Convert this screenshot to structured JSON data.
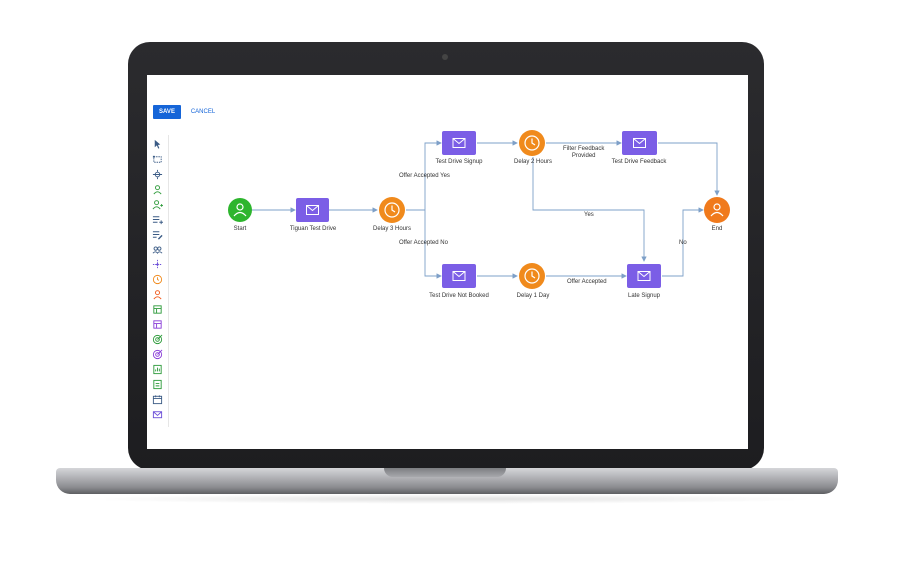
{
  "toolbar": {
    "save_label": "SAVE",
    "cancel_label": "CANCEL"
  },
  "toolbox": {
    "tools": [
      {
        "icon": "pointer-icon",
        "color": "#3b5b85"
      },
      {
        "icon": "select-region-icon",
        "color": "#3b5b85"
      },
      {
        "icon": "move-icon",
        "color": "#3b5b85"
      },
      {
        "icon": "contact-icon",
        "color": "#2e9b3b"
      },
      {
        "icon": "contact-add-icon",
        "color": "#2e9b3b"
      },
      {
        "icon": "list-add-icon",
        "color": "#3b5b85"
      },
      {
        "icon": "list-edit-icon",
        "color": "#3b5b85"
      },
      {
        "icon": "group-icon",
        "color": "#3b5b85"
      },
      {
        "icon": "split-icon",
        "color": "#6c4fd8"
      },
      {
        "icon": "timer-icon",
        "color": "#f08a1c"
      },
      {
        "icon": "end-user-icon",
        "color": "#f05a1c"
      },
      {
        "icon": "data-green-icon",
        "color": "#2e9b3b"
      },
      {
        "icon": "data-purple-icon",
        "color": "#8a3fd8"
      },
      {
        "icon": "target-green-icon",
        "color": "#2e9b3b"
      },
      {
        "icon": "target-purple-icon",
        "color": "#8a3fd8"
      },
      {
        "icon": "report-green-icon",
        "color": "#2e9b3b"
      },
      {
        "icon": "report-alt-icon",
        "color": "#2e9b3b"
      },
      {
        "icon": "calendar-icon",
        "color": "#3b5b85"
      },
      {
        "icon": "mail-icon",
        "color": "#6c4fd8"
      }
    ]
  },
  "flow": {
    "nodes": {
      "start": {
        "label": "Start",
        "type": "start",
        "color": "#2db52d"
      },
      "tiguan": {
        "label": "Tiguan Test Drive",
        "type": "email",
        "color": "#7b5ee6"
      },
      "delay3": {
        "label": "Delay 3 Hours",
        "type": "delay",
        "color": "#f08a1c"
      },
      "signup": {
        "label": "Test Drive Signup",
        "type": "email",
        "color": "#7b5ee6"
      },
      "delay2": {
        "label": "Delay 2 Hours",
        "type": "delay",
        "color": "#f08a1c"
      },
      "feedback": {
        "label": "Test Drive Feedback",
        "type": "email",
        "color": "#7b5ee6"
      },
      "notbooked": {
        "label": "Test Drive Not Booked",
        "type": "email",
        "color": "#7b5ee6"
      },
      "delay1d": {
        "label": "Delay 1 Day",
        "type": "delay",
        "color": "#f08a1c"
      },
      "late": {
        "label": "Late Signup",
        "type": "email",
        "color": "#7b5ee6"
      },
      "end": {
        "label": "End",
        "type": "end",
        "color": "#f07a1c"
      }
    },
    "edge_labels": {
      "offer_yes": "Offer Accepted Yes",
      "offer_no": "Offer Accepted No",
      "filter_feedback_1": "Filter Feedback",
      "filter_feedback_2": "Provided",
      "yes": "Yes",
      "offer_accepted": "Offer Accepted",
      "no": "No"
    },
    "edge_color": "#7ea0c8"
  }
}
